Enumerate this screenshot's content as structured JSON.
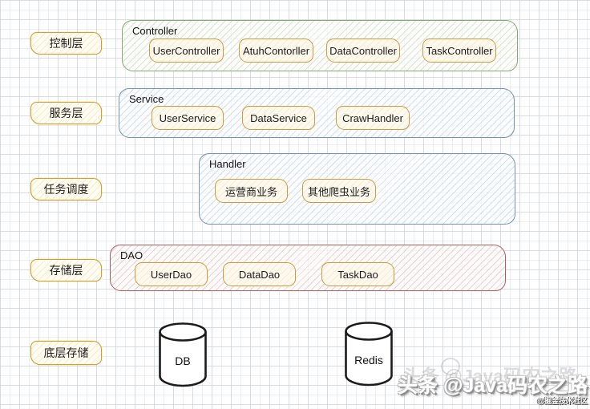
{
  "diagram": {
    "layers": [
      {
        "label": "控制层"
      },
      {
        "label": "服务层"
      },
      {
        "label": "任务调度"
      },
      {
        "label": "存储层"
      },
      {
        "label": "底层存储"
      }
    ],
    "groups": [
      {
        "title": "Controller",
        "items": [
          "UserController",
          "AtuhContorller",
          "DataController",
          "TaskController"
        ]
      },
      {
        "title": "Service",
        "items": [
          "UserService",
          "DataService",
          "CrawHandler"
        ]
      },
      {
        "title": "Handler",
        "items": [
          "运营商业务",
          "其他爬虫业务"
        ]
      },
      {
        "title": "DAO",
        "items": [
          "UserDao",
          "DataDao",
          "TaskDao"
        ]
      }
    ],
    "datastores": [
      {
        "label": "DB"
      },
      {
        "label": "Redis"
      }
    ]
  },
  "watermark": {
    "main": "头条 @Java码农之路",
    "badge": "@掘金技术社区"
  },
  "colors": {
    "orange": "#d49a3a",
    "green": "#85ab73",
    "blue": "#7492c0",
    "red": "#b25e5e",
    "ink": "#1d1d1d"
  }
}
